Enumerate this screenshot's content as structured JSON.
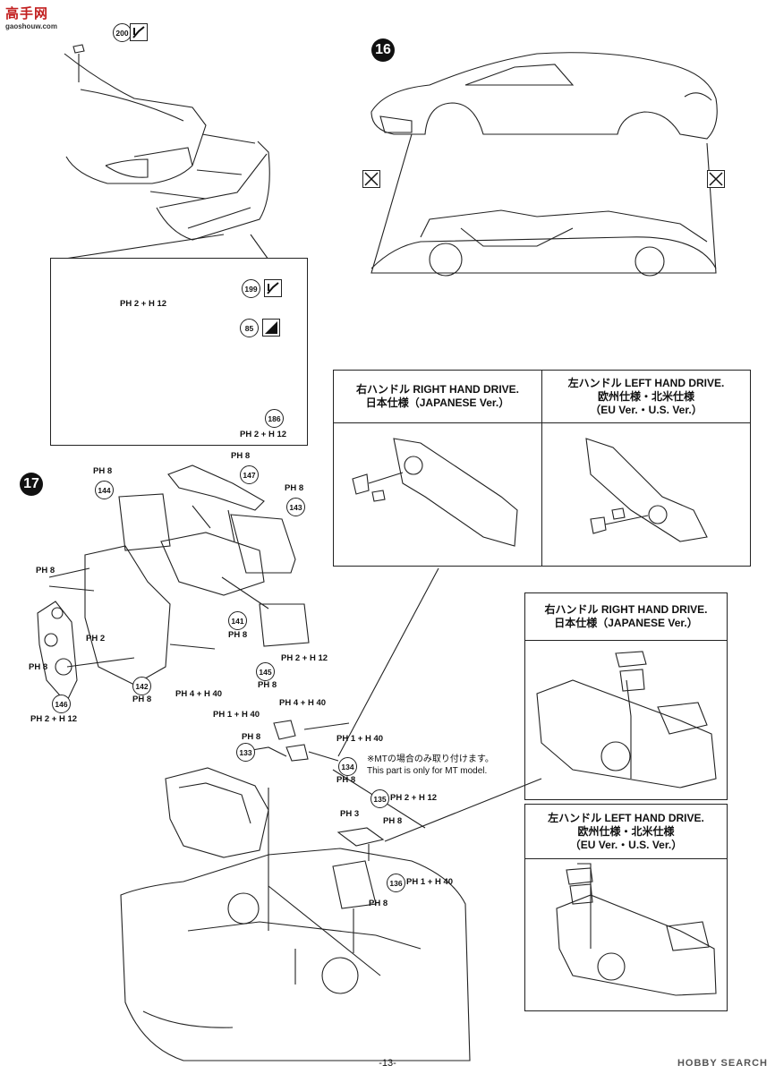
{
  "watermark": {
    "site_logo": "高手网",
    "site_sub": "gaoshouw.com",
    "hobby_search": "HOBBY SEARCH"
  },
  "steps": {
    "s16": "16",
    "s17": "17"
  },
  "parts": {
    "p200": "200",
    "p199": "199",
    "p85": "85",
    "p186": "186",
    "p147": "147",
    "p144": "144",
    "p143": "143",
    "p141": "141",
    "p145": "145",
    "p142": "142",
    "p146": "146",
    "p133": "133",
    "p134": "134",
    "p135": "135",
    "p136": "136"
  },
  "paints": {
    "ph2_h12": "PH 2 + H 12",
    "ph8": "PH 8",
    "ph2": "PH 2",
    "ph4_h40": "PH 4 + H 40",
    "ph1_h40": "PH 1 + H 40",
    "ph3": "PH 3"
  },
  "panels": {
    "rhd": {
      "line1": "右ハンドル RIGHT HAND DRIVE.",
      "line2": "日本仕様（JAPANESE Ver.）"
    },
    "lhd": {
      "line1": "左ハンドル LEFT HAND DRIVE.",
      "line2": "欧州仕様・北米仕様",
      "line3": "（EU Ver.・U.S. Ver.）"
    }
  },
  "mt_note": {
    "jp": "※MTの場合のみ取り付けます。",
    "en": "This part is only for MT model."
  },
  "page_number": "-13-"
}
